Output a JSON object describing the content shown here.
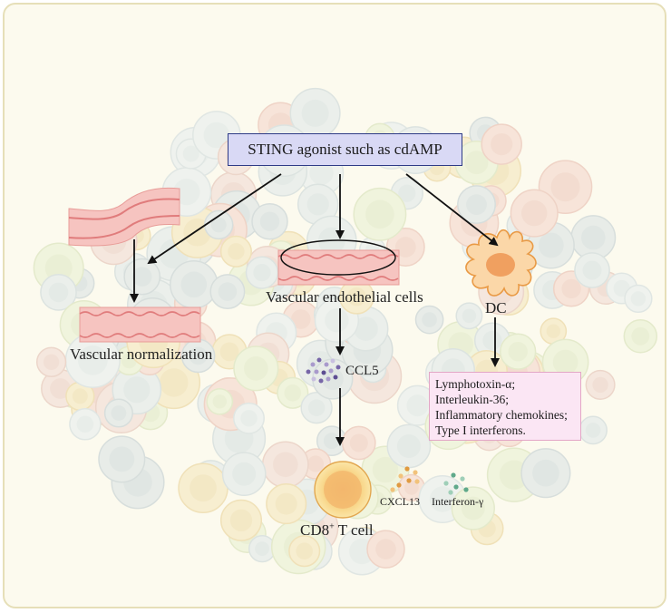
{
  "diagram": {
    "trigger": "STING agonist such as cdAMP",
    "vessel_branch_label": "Vascular normalization",
    "endothelial_label": "Vascular endothelial cells",
    "dc_label": "DC",
    "chemokine_label": "CCL5",
    "t_cell_label_base": "CD8",
    "t_cell_label_sup": "+",
    "t_cell_label_rest": " T cell",
    "cxcl13_label": "CXCL13",
    "ifn_label": "Interferon-γ",
    "dc_effects": [
      "Lymphotoxin-α;",
      "Interleukin-36;",
      "Inflammatory chemokines;",
      "Type I interferons."
    ]
  },
  "colors": {
    "panel_bg": "#fcfaee",
    "panel_border": "#e6dfb8",
    "trigger_box_fill": "#d9d9f5",
    "trigger_box_border": "#2e3b86",
    "effects_box_fill": "#fbe6f4",
    "effects_box_border": "#e3a6c6",
    "vessel_pink": "#f4b6b6",
    "dc_orange": "#f4b266",
    "t_cell_yellow": "#f7d179"
  }
}
